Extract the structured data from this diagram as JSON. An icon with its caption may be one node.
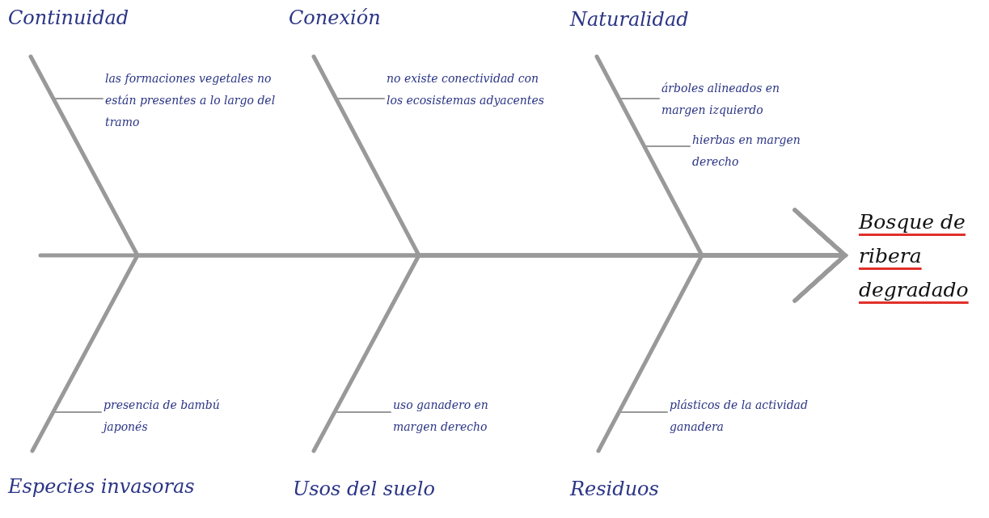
{
  "diagram": {
    "nodes": [
      {
        "text": [
          "Continuidad"
        ]
      },
      {
        "text": [
          "Conexión"
        ]
      },
      {
        "text": [
          "Naturalidad"
        ]
      },
      {
        "text": [
          "las formaciones vegetales no están presentes a lo largo del tramo"
        ]
      },
      {
        "text": [
          "no existe conectividad con los ecosistemas adyacentes"
        ]
      },
      {
        "text": [
          "árboles alineados en margen izquierdo"
        ]
      },
      {
        "text": [
          "hierbas en margen derecho"
        ]
      },
      {
        "text": [
          "Bosque de ribera degradado"
        ]
      },
      {
        "text": [
          "presencia de bambú japonés"
        ]
      },
      {
        "text": [
          "uso ganadero en margen derecho"
        ]
      },
      {
        "text": [
          "plásticos de la actividad ganadera"
        ]
      },
      {
        "text": [
          "Especies invasoras"
        ]
      },
      {
        "text": [
          "Usos del suelo"
        ]
      },
      {
        "text": [
          "Residuos"
        ]
      }
    ],
    "edges": [
      {
        "from": 0,
        "to": 7,
        "arrow": "to",
        "style": "thick"
      },
      {
        "from": 1,
        "to": 7,
        "arrow": "to",
        "style": "thick"
      },
      {
        "from": 2,
        "to": 7,
        "arrow": "to",
        "style": "thick"
      },
      {
        "from": 11,
        "to": 7,
        "arrow": "to",
        "style": "thick"
      },
      {
        "from": 12,
        "to": 7,
        "arrow": "to",
        "style": "thick"
      },
      {
        "from": 13,
        "to": 7,
        "arrow": "to",
        "style": "thick"
      },
      {
        "from": 3,
        "to": null,
        "arrow": "none"
      },
      {
        "from": 4,
        "to": null,
        "arrow": "none"
      },
      {
        "from": 5,
        "to": null,
        "arrow": "none"
      },
      {
        "from": 6,
        "to": null,
        "arrow": "none"
      },
      {
        "from": 8,
        "to": null,
        "arrow": "none"
      },
      {
        "from": 9,
        "to": null,
        "arrow": "none"
      },
      {
        "from": 10,
        "to": null,
        "arrow": "none"
      }
    ]
  }
}
